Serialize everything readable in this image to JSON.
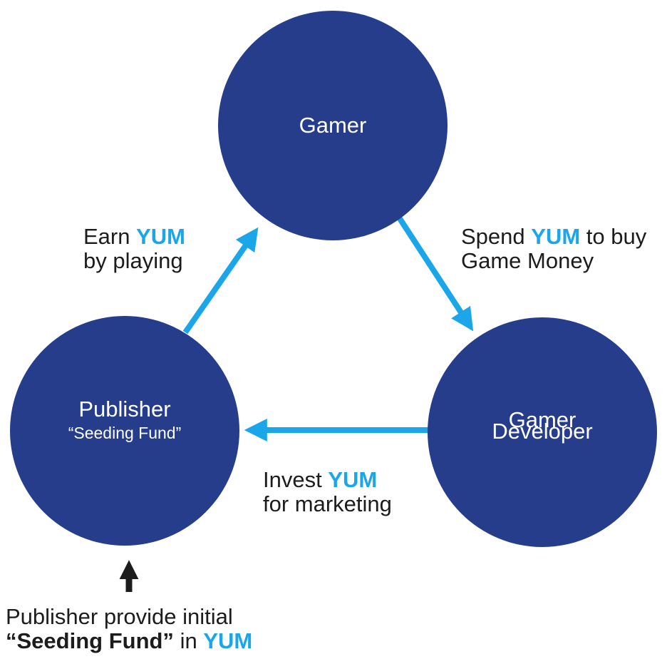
{
  "colors": {
    "node_fill": "#263d8c",
    "arrow": "#1aa6e8",
    "yum_text": "#1aa6e8",
    "text": "#1c1c1c"
  },
  "nodes": {
    "gamer": {
      "title": "Gamer"
    },
    "publisher": {
      "title": "Publisher",
      "subtitle": "“Seeding Fund”"
    },
    "developer": {
      "line1": "Gamer",
      "line2": "Developer"
    }
  },
  "edges": {
    "earn": {
      "pre": "Earn",
      "token": "YUM",
      "post": "by playing"
    },
    "spend": {
      "pre": "Spend",
      "token": "YUM",
      "mid": "to buy",
      "post": "Game Money"
    },
    "invest": {
      "pre": "Invest",
      "token": "YUM",
      "post": "for marketing"
    }
  },
  "seed_note": {
    "line1": "Publisher provide initial",
    "fund": "“Seeding Fund”",
    "mid": "in",
    "token": "YUM"
  }
}
